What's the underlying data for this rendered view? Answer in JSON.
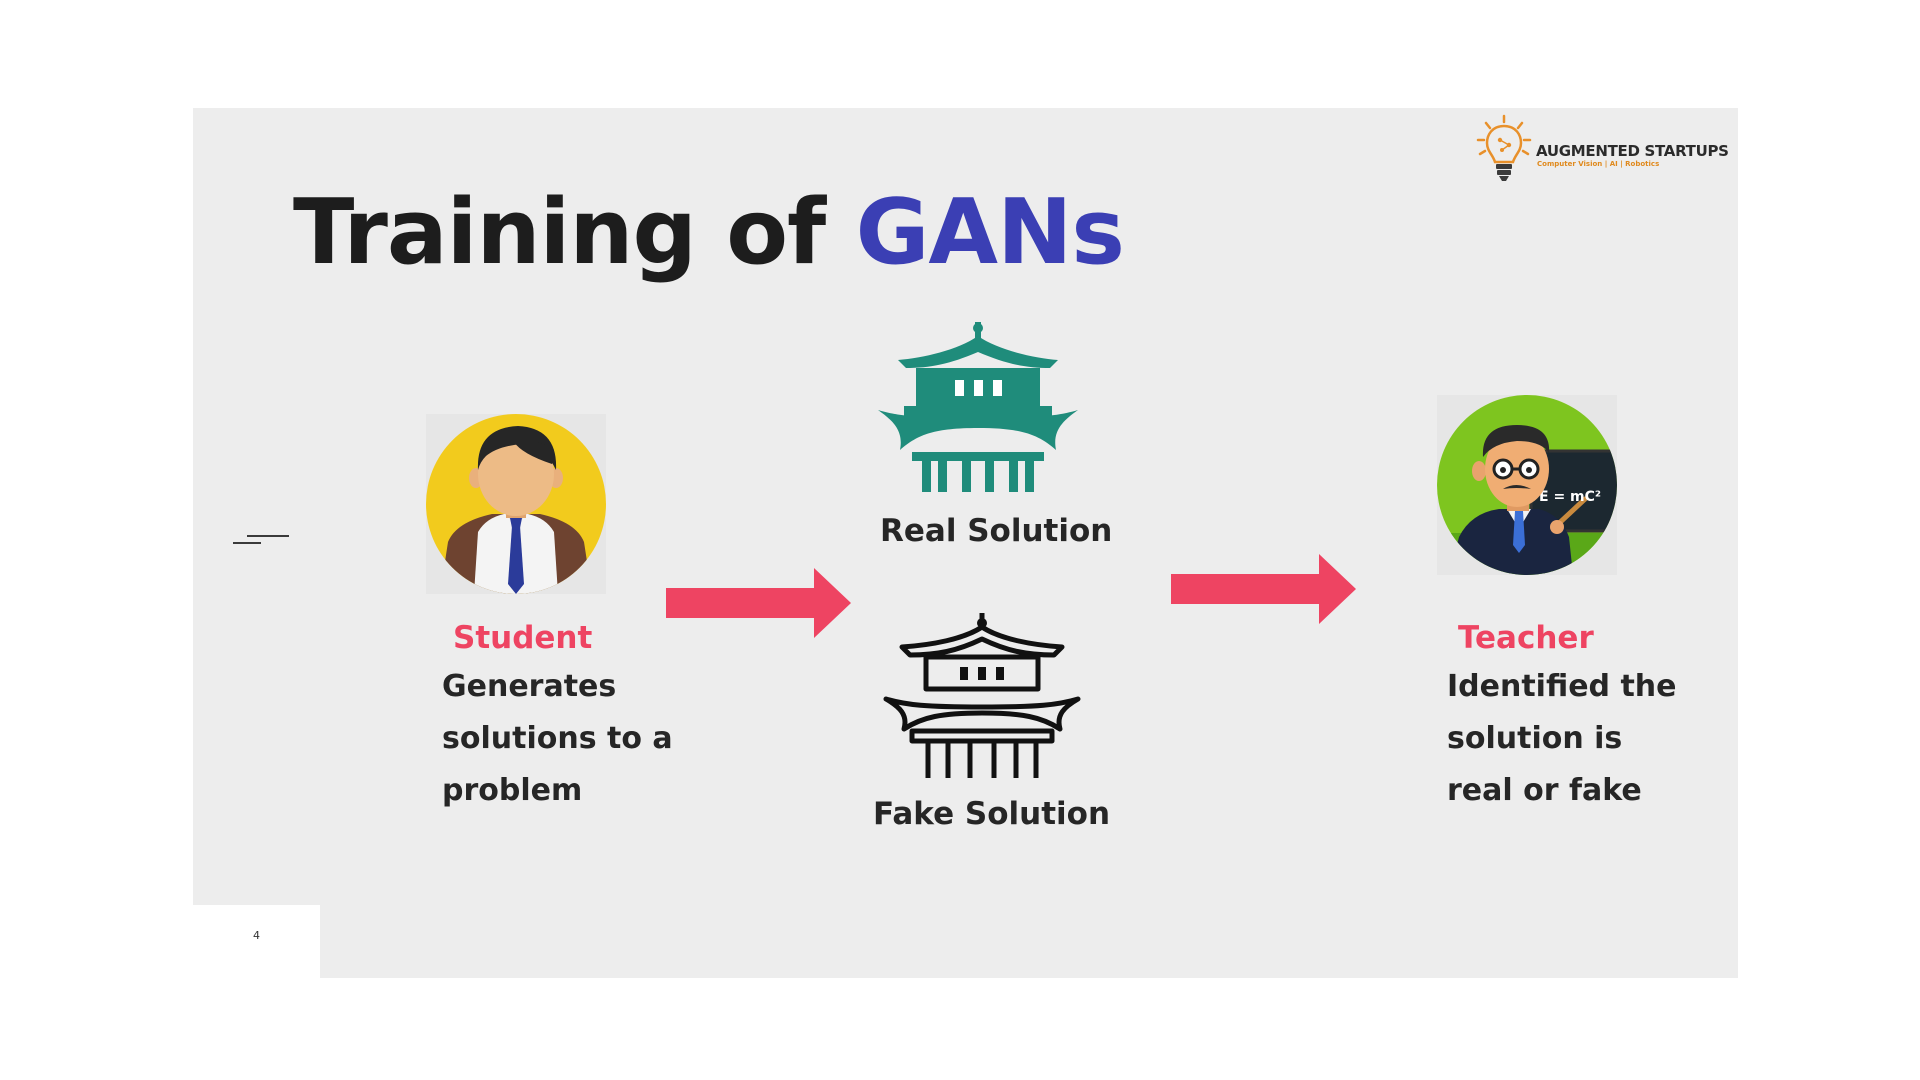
{
  "title": {
    "main": "Training of",
    "accent": "GANs"
  },
  "logo": {
    "name": "AUGMENTED STARTUPS",
    "tagline": "Computer Vision | AI | Robotics",
    "icon": "lightbulb-logo-icon"
  },
  "student": {
    "label": "Student",
    "description": [
      "Generates",
      "solutions to a",
      "problem"
    ],
    "icon": "student-avatar-icon"
  },
  "real_solution": {
    "caption": "Real Solution",
    "icon": "pagoda-solid-icon"
  },
  "fake_solution": {
    "caption": "Fake Solution",
    "icon": "pagoda-outline-icon"
  },
  "teacher": {
    "label": "Teacher",
    "description": [
      "Identified the",
      "solution is",
      "real or fake"
    ],
    "icon": "teacher-avatar-icon",
    "board_text": "E = mC²"
  },
  "page_number": "4",
  "colors": {
    "accent_blue": "#3b3fb4",
    "label_red": "#ee4462",
    "arrow_red": "#ee4462",
    "pagoda_teal": "#1f8c7b",
    "slide_bg": "#ededed"
  }
}
